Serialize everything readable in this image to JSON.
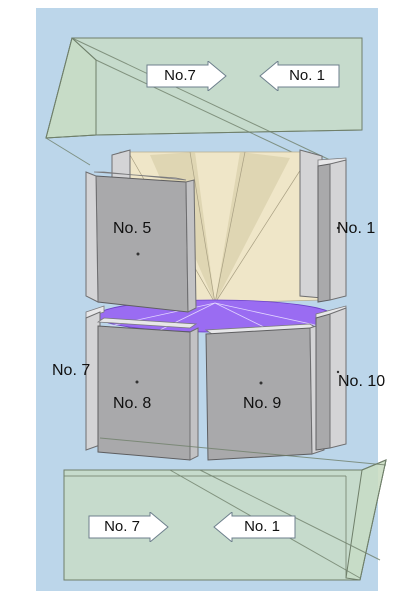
{
  "colors": {
    "background_panel": "#bcd6ea",
    "prism_glass": "#c9dcc2",
    "prism_edge": "#6f7f6a",
    "block_front": "#a9a9ab",
    "block_side": "#d4d4d6",
    "block_top": "#e7e7e9",
    "cone": "#efe6c8",
    "disk": "#9a6cf2"
  },
  "top_prism": {
    "arrows": [
      {
        "text": "No.7",
        "direction": "right"
      },
      {
        "text": "No. 1",
        "direction": "left"
      }
    ]
  },
  "bottom_prism": {
    "arrows": [
      {
        "text": "No. 7",
        "direction": "right"
      },
      {
        "text": "No. 1",
        "direction": "left"
      }
    ]
  },
  "segment_labels": {
    "no5": "No. 5",
    "no1": "No. 1",
    "no7": "No. 7",
    "no8": "No. 8",
    "no9": "No. 9",
    "no10": "No. 10"
  }
}
